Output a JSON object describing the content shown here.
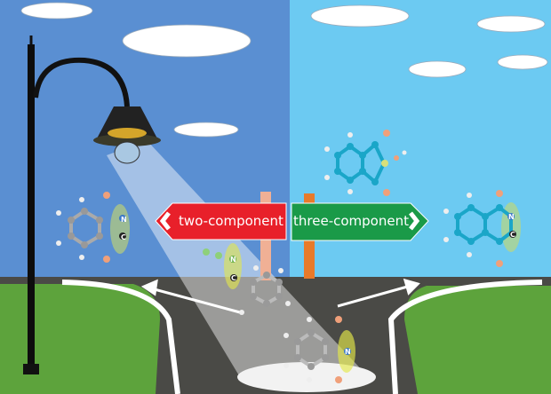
{
  "signs": {
    "left": {
      "label": "two-component",
      "color": "#e8202a"
    },
    "right": {
      "label": "three-component",
      "color": "#1a9a48"
    }
  },
  "atoms": {
    "nitrogen": "N",
    "carbon": "C"
  },
  "colors": {
    "sky_left": "#5a8fd2",
    "sky_right": "#6ccaf2",
    "road": "#4a4a46",
    "grass": "#5da33c",
    "pole": "#e87a2a"
  }
}
